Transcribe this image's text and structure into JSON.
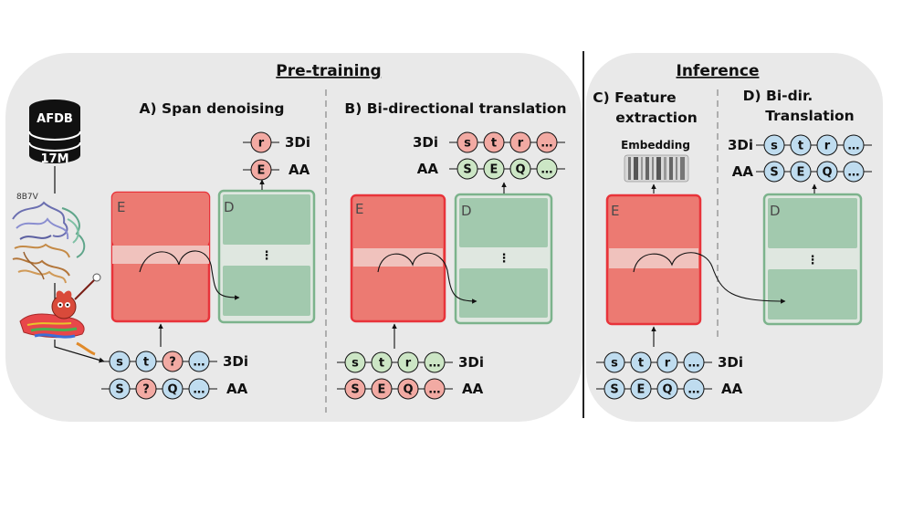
{
  "colors": {
    "panel_bg": "#e9e9e9",
    "encoder_fill": "#ec7a72",
    "encoder_border": "#e8333a",
    "decoder_fill": "#a2c9ae",
    "decoder_border": "#7cb38c",
    "token_blue": "#bfdcef",
    "token_red": "#f2aaa3",
    "token_green": "#cce6c5"
  },
  "sections": {
    "pretraining": "Pre-training",
    "inference": "Inference"
  },
  "database": {
    "top_label": "AFDB",
    "bottom_label": "17M",
    "structure_id": "8B7V"
  },
  "panels": {
    "a": {
      "title": "A) Span denoising"
    },
    "b": {
      "title": "B) Bi-directional translation"
    },
    "c": {
      "title_line1": "C) Feature",
      "title_line2": "extraction",
      "embedding_label": "Embedding"
    },
    "d": {
      "title_line1": "D) Bi-dir.",
      "title_line2": "Translation"
    }
  },
  "blocks": {
    "encoder": "E",
    "decoder": "D",
    "ellipsis": "⋮"
  },
  "sequences": {
    "a_in_3di": {
      "label": "3Di",
      "tokens": [
        "s",
        "t",
        "?",
        "…"
      ]
    },
    "a_in_aa": {
      "label": "AA",
      "tokens": [
        "S",
        "?",
        "Q",
        "…"
      ]
    },
    "a_out_3di": {
      "label": "3Di",
      "tokens": [
        "r"
      ]
    },
    "a_out_aa": {
      "label": "AA",
      "tokens": [
        "E"
      ]
    },
    "b_in_3di": {
      "label": "3Di",
      "tokens": [
        "s",
        "t",
        "r",
        "…"
      ]
    },
    "b_in_aa": {
      "label": "AA",
      "tokens": [
        "S",
        "E",
        "Q",
        "…"
      ]
    },
    "b_out_3di": {
      "label": "3Di",
      "tokens": [
        "s",
        "t",
        "r",
        "…"
      ]
    },
    "b_out_aa": {
      "label": "AA",
      "tokens": [
        "S",
        "E",
        "Q",
        "…"
      ]
    },
    "c_in_3di": {
      "label": "3Di",
      "tokens": [
        "s",
        "t",
        "r",
        "…"
      ]
    },
    "c_in_aa": {
      "label": "AA",
      "tokens": [
        "S",
        "E",
        "Q",
        "…"
      ]
    },
    "d_out_3di": {
      "label": "3Di",
      "tokens": [
        "s",
        "t",
        "r",
        "…"
      ]
    },
    "d_out_aa": {
      "label": "AA",
      "tokens": [
        "S",
        "E",
        "Q",
        "…"
      ]
    }
  }
}
